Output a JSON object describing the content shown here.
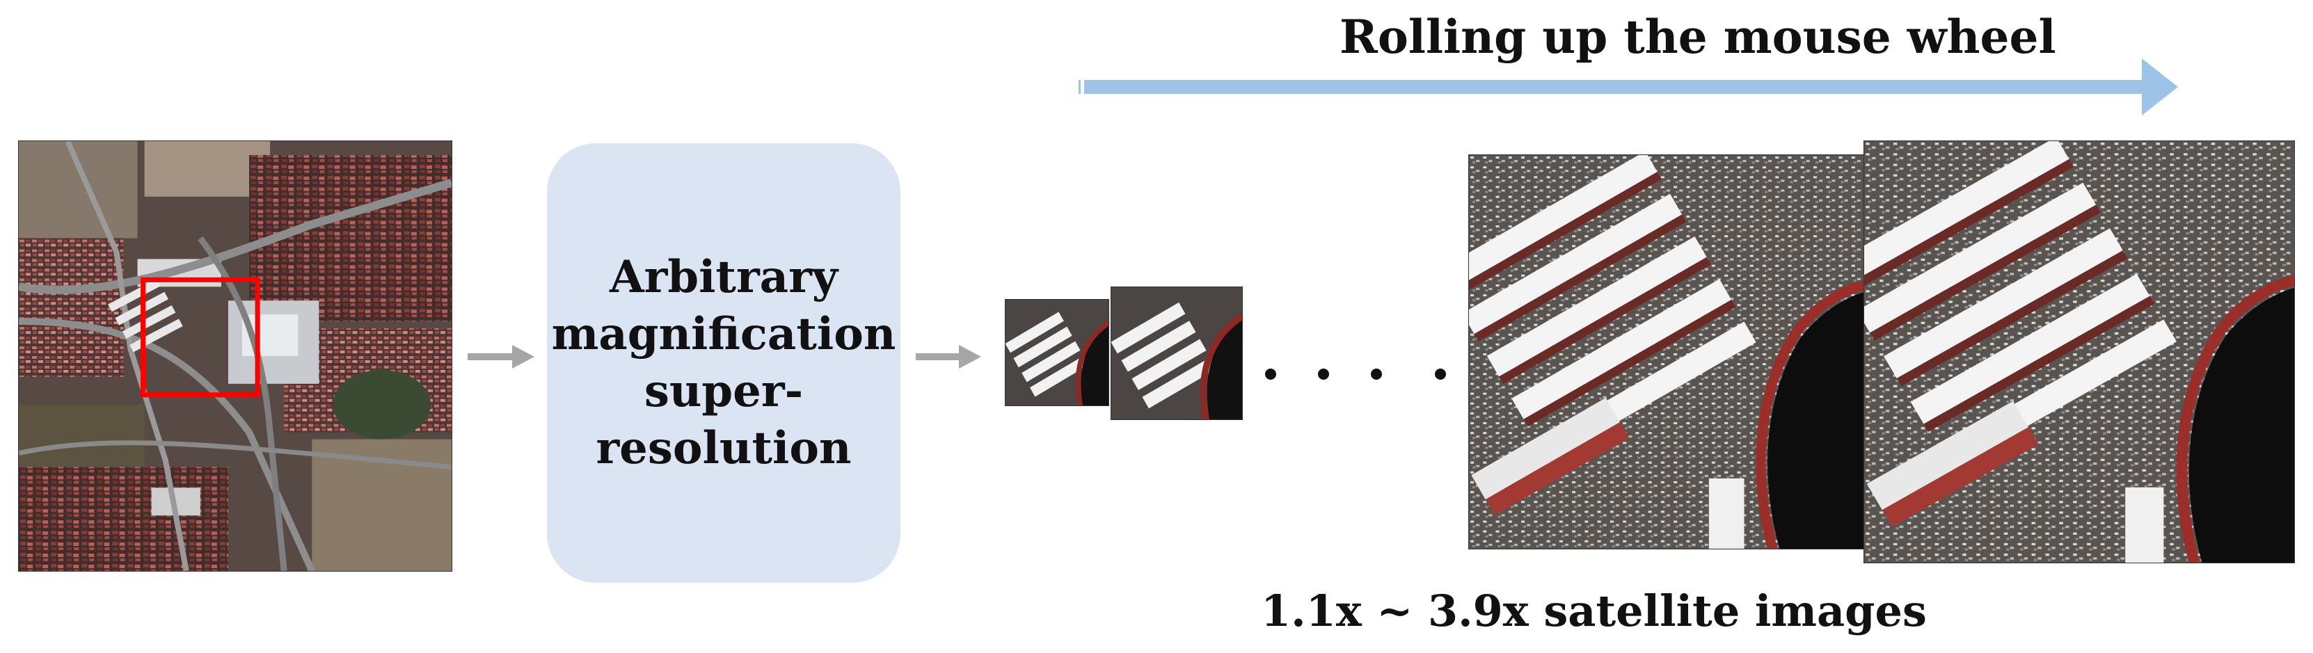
{
  "diagram": {
    "top_arrow_label": "Rolling up the mouse wheel",
    "process_label": "Arbitrary\nmagnification\nsuper-\nresolution",
    "bottom_caption": "1.1x ~ 3.9x satellite images",
    "colors": {
      "top_arrow": "#9dc3e6",
      "process_box": "#dae4f3",
      "flow_arrow": "#a6a6a6",
      "highlight_box": "#ff0000"
    }
  }
}
